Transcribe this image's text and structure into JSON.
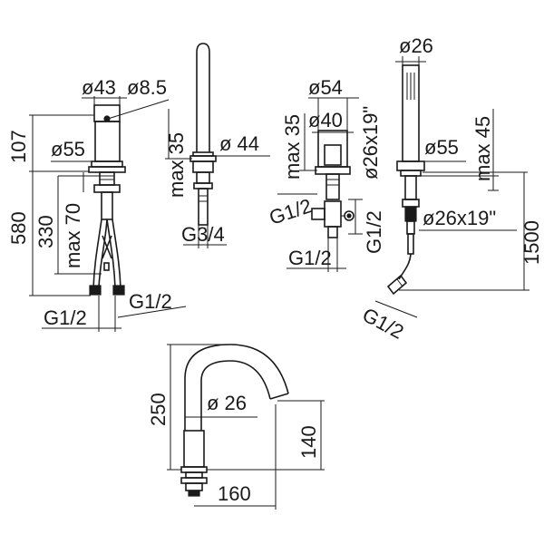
{
  "colors": {
    "ink": "#1a1a1a",
    "background": "#ffffff"
  },
  "mixer": {
    "d43": "ø43",
    "d8_5": "ø8.5",
    "d55": "ø55",
    "h107": "107",
    "h580": "580",
    "h330": "330",
    "max70": "max 70",
    "g12_left": "G1/2",
    "g12_right": "G1/2"
  },
  "spout_vertical": {
    "max35": "max 35",
    "d44": "ø 44",
    "g34": "G3/4"
  },
  "diverter": {
    "d54": "ø54",
    "d40": "ø40",
    "max35": "max 35",
    "d26x19": "ø26x19\"",
    "g12_left": "G1/2",
    "g12_right": "G1/2",
    "g12_bottom": "G1/2"
  },
  "hand_shower": {
    "d26": "ø26",
    "d55": "ø55",
    "max45": "max 45",
    "d26x19": "ø26x19\"",
    "l1500": "1500",
    "g12": "G1/2"
  },
  "spout_curved": {
    "h250": "250",
    "d26": "ø 26",
    "h140": "140",
    "w160": "160"
  }
}
